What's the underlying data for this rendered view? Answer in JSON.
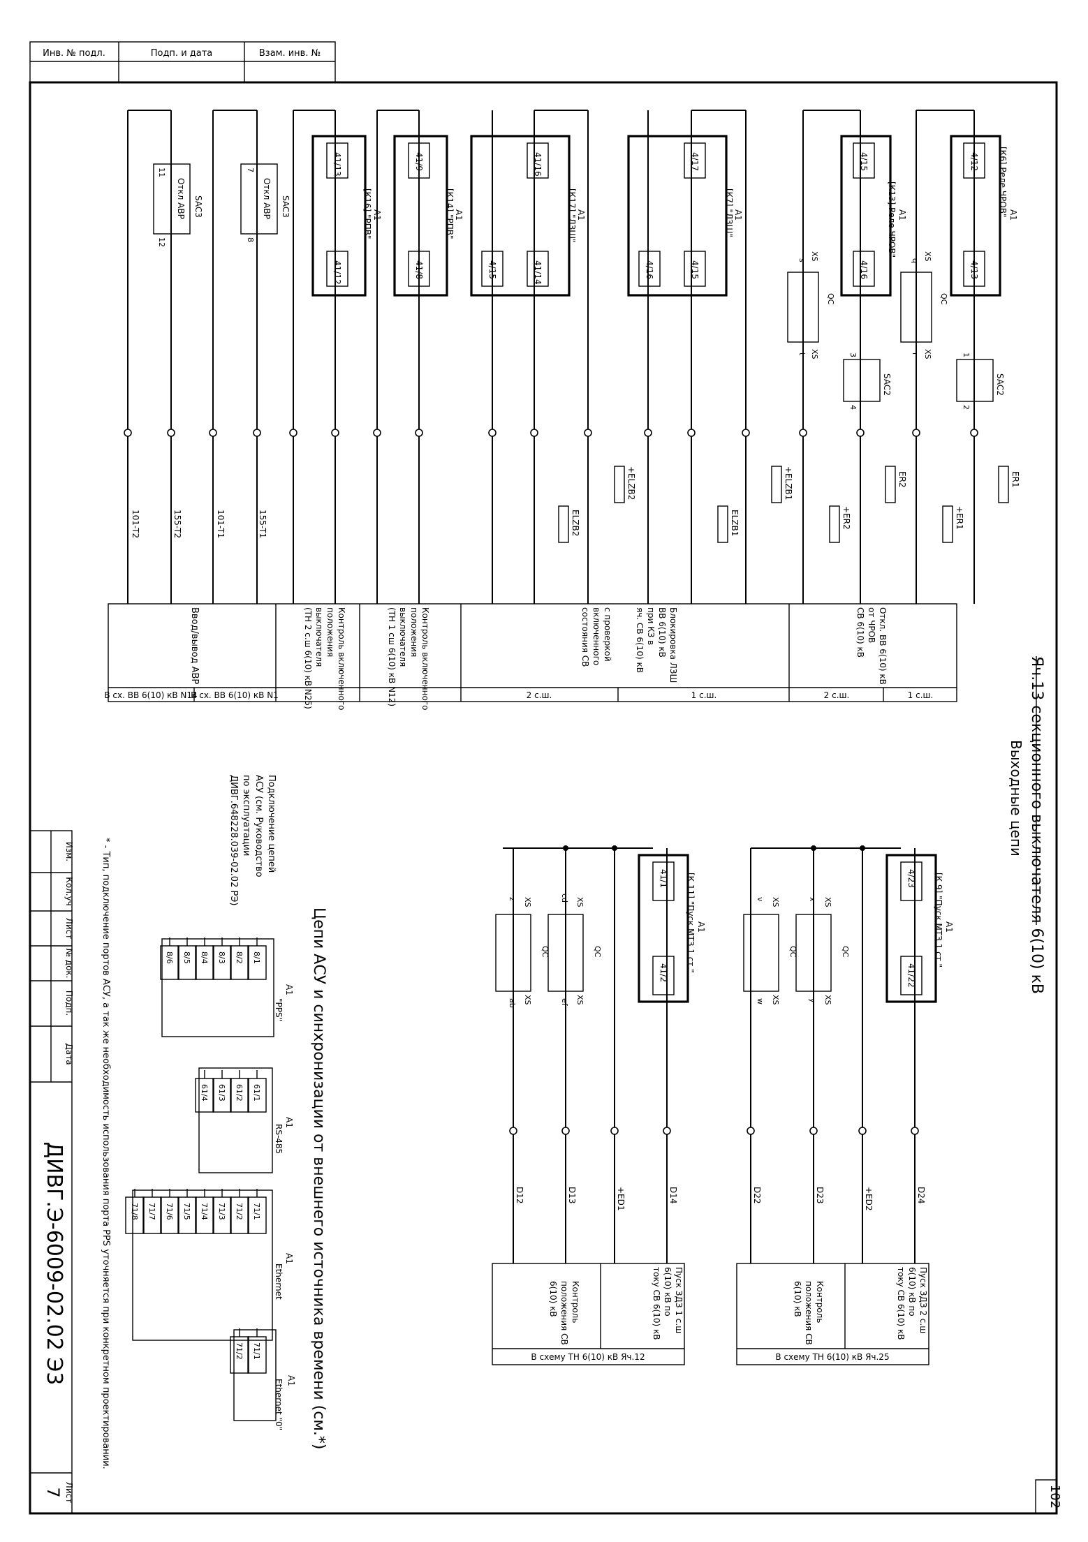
{
  "stamp_top": {
    "col1": "Инв. № подл.",
    "col2": "Подп. и дата",
    "col3": "Взам. инв. №"
  },
  "sheet_title": "Яч.13 секционного выключателя 6(10) кВ",
  "section_outputs": "Выходные цепи",
  "section_acs": "Цепи АСУ и синхронизации от внешнего источника времени (см.*)",
  "sheet_number_top": "102",
  "document_code": "ДИВГ.Э-6009-02.02 Э3",
  "sheet_label": "Лист",
  "sheet_number": "7",
  "revision_headers": [
    "Изм.",
    "Кол.уч",
    "Лист",
    "№ док.",
    "Подп.",
    "Дата"
  ],
  "footnote": "* - Тип, подключение портов АСУ, а так же необходимость использования порта PPS уточняется при конкретном проектировании.",
  "acs_note": [
    "Подключение цепей",
    "АСУ (см. Руководство",
    "по эксплуатации",
    "ДИВГ.648228.039-02.02 РЭ)"
  ],
  "upper_blocks": [
    {
      "device": "A1",
      "relay": "[К6] Реле ЧРОВ\"",
      "term_top": "4/12",
      "term_bot": "4/13"
    },
    {
      "device": "A1",
      "relay": "[К13] Реле ЧРОВ\"",
      "term_top": "4/15",
      "term_bot": "4/16"
    },
    {
      "device": "A1",
      "relay": "[К7] \"ЛЗШ\"",
      "term_top": "4/17",
      "term_bot": "4/15",
      "term_bot2": "4/16"
    },
    {
      "device": "A1",
      "relay": "[К17] \"ЛЗШ\"",
      "term_top": "41/16",
      "term_bot": "41/14",
      "term_bot2": "4/15"
    },
    {
      "device": "A1",
      "relay": "[К14] \"РПВ\"",
      "term_top": "41/9",
      "term_bot": "41/8"
    },
    {
      "device": "A1",
      "relay": "[К16] \"РПВ\"",
      "term_top": "41/13",
      "term_bot": "41/12"
    }
  ],
  "sac_switches": [
    {
      "name": "SAC2",
      "label": "",
      "pin_a": "1",
      "pin_b": "2"
    },
    {
      "name": "SAC2",
      "label": "",
      "pin_a": "3",
      "pin_b": "4"
    },
    {
      "name": "SAC3",
      "label": "Откл АВР",
      "pin_a": "7",
      "pin_b": "8"
    },
    {
      "name": "SAC3",
      "label": "Откл АВР",
      "pin_a": "11",
      "pin_b": "12"
    }
  ],
  "connectors": {
    "xs": "XS",
    "qc": "QC",
    "x1": "q",
    "x2": "r",
    "x3": "s",
    "x4": "t"
  },
  "wire_labels_upper": [
    "ER1",
    "+ER1",
    "ER2",
    "+ER2",
    "ELZB1",
    "+ELZB1",
    "ELZB2",
    "+ELZB2",
    "155-T1",
    "101-T1",
    "155-T2",
    "101-T2"
  ],
  "upper_table": {
    "rows": [
      {
        "text": [
          "Откл. ВВ 6(10) кВ",
          "от ЧРОВ",
          "СВ 6(10) кВ"
        ],
        "cells": [
          "1 с.ш.",
          "2 с.ш."
        ]
      },
      {
        "text": [
          "Блокировка ЛЗШ",
          "ВВ 6(10) кВ",
          "при КЗ в",
          "яч. СВ 6(10) кВ",
          "с проверкой",
          "включенного",
          "состояния СВ"
        ],
        "cells": [
          "1 с.ш.",
          "2 с.ш."
        ]
      },
      {
        "text": [
          "Контроль включенного",
          "положения",
          "выключателя",
          "(ТН 1 сш 6(10) кВ N12)"
        ],
        "cells": [
          "В сх. ВВ 6(10) кВ N1"
        ]
      },
      {
        "text": [
          "Контроль включенного",
          "положения",
          "выключателя",
          "(ТН 2 с.ш 6(10) кВ N25)"
        ],
        "cells": [
          "В сх. ВВ 6(10) кВ N14"
        ]
      },
      {
        "text": [
          "Ввод/вывод АВР"
        ],
        "cells": []
      }
    ]
  },
  "lower_blocks": [
    {
      "device": "A1",
      "relay": "[К 9] \"Пуск МТЗ 1 ст.\"",
      "term_top": "4/23",
      "term_bot": "41/22"
    },
    {
      "device": "A1",
      "relay": "[К 11] \"Пуск МТЗ 1 ст.\"",
      "term_top": "41/1",
      "term_bot": "41/2"
    }
  ],
  "lower_xs": {
    "top": [
      "x",
      "v",
      "cd",
      "z"
    ],
    "bot": [
      "y",
      "w",
      "ef",
      "ab"
    ]
  },
  "wire_labels_lower": [
    "D24",
    "+ED2",
    "D23",
    "D22",
    "D14",
    "+ED1",
    "D13",
    "D12"
  ],
  "lower_table": [
    {
      "left": [
        "Пуск ЗДЗ 2 с.ш",
        "6(10) кВ по",
        "току СВ 6(10) кВ"
      ],
      "right": [
        "Контроль",
        "положения СВ",
        "6(10) кВ"
      ],
      "footer": "В схему ТН 6(10) кВ Яч.25"
    },
    {
      "left": [
        "Пуск ЗДЗ 1 с.ш",
        "6(10) кВ по",
        "току СВ 6(10) кВ"
      ],
      "right": [
        "Контроль",
        "положения СВ",
        "6(10) кВ"
      ],
      "footer": "В схему ТН 6(10) кВ Яч.12"
    }
  ],
  "acs_ports": [
    {
      "device": "A1",
      "name": "\"PPS\"",
      "terminals": [
        "8/1",
        "8/2",
        "8/3",
        "8/4",
        "8/5",
        "8/6"
      ]
    },
    {
      "device": "A1",
      "name": "RS-485",
      "terminals": [
        "61/1",
        "61/2",
        "61/3",
        "61/4"
      ]
    },
    {
      "device": "A1",
      "name": "Ethernet",
      "terminals": [
        "71/1",
        "71/2",
        "71/3",
        "71/4",
        "71/5",
        "71/6",
        "71/7",
        "71/8"
      ]
    },
    {
      "device": "A1",
      "name": "Ethernet \"0\"",
      "terminals": [
        "71/1",
        "71/2"
      ]
    }
  ]
}
